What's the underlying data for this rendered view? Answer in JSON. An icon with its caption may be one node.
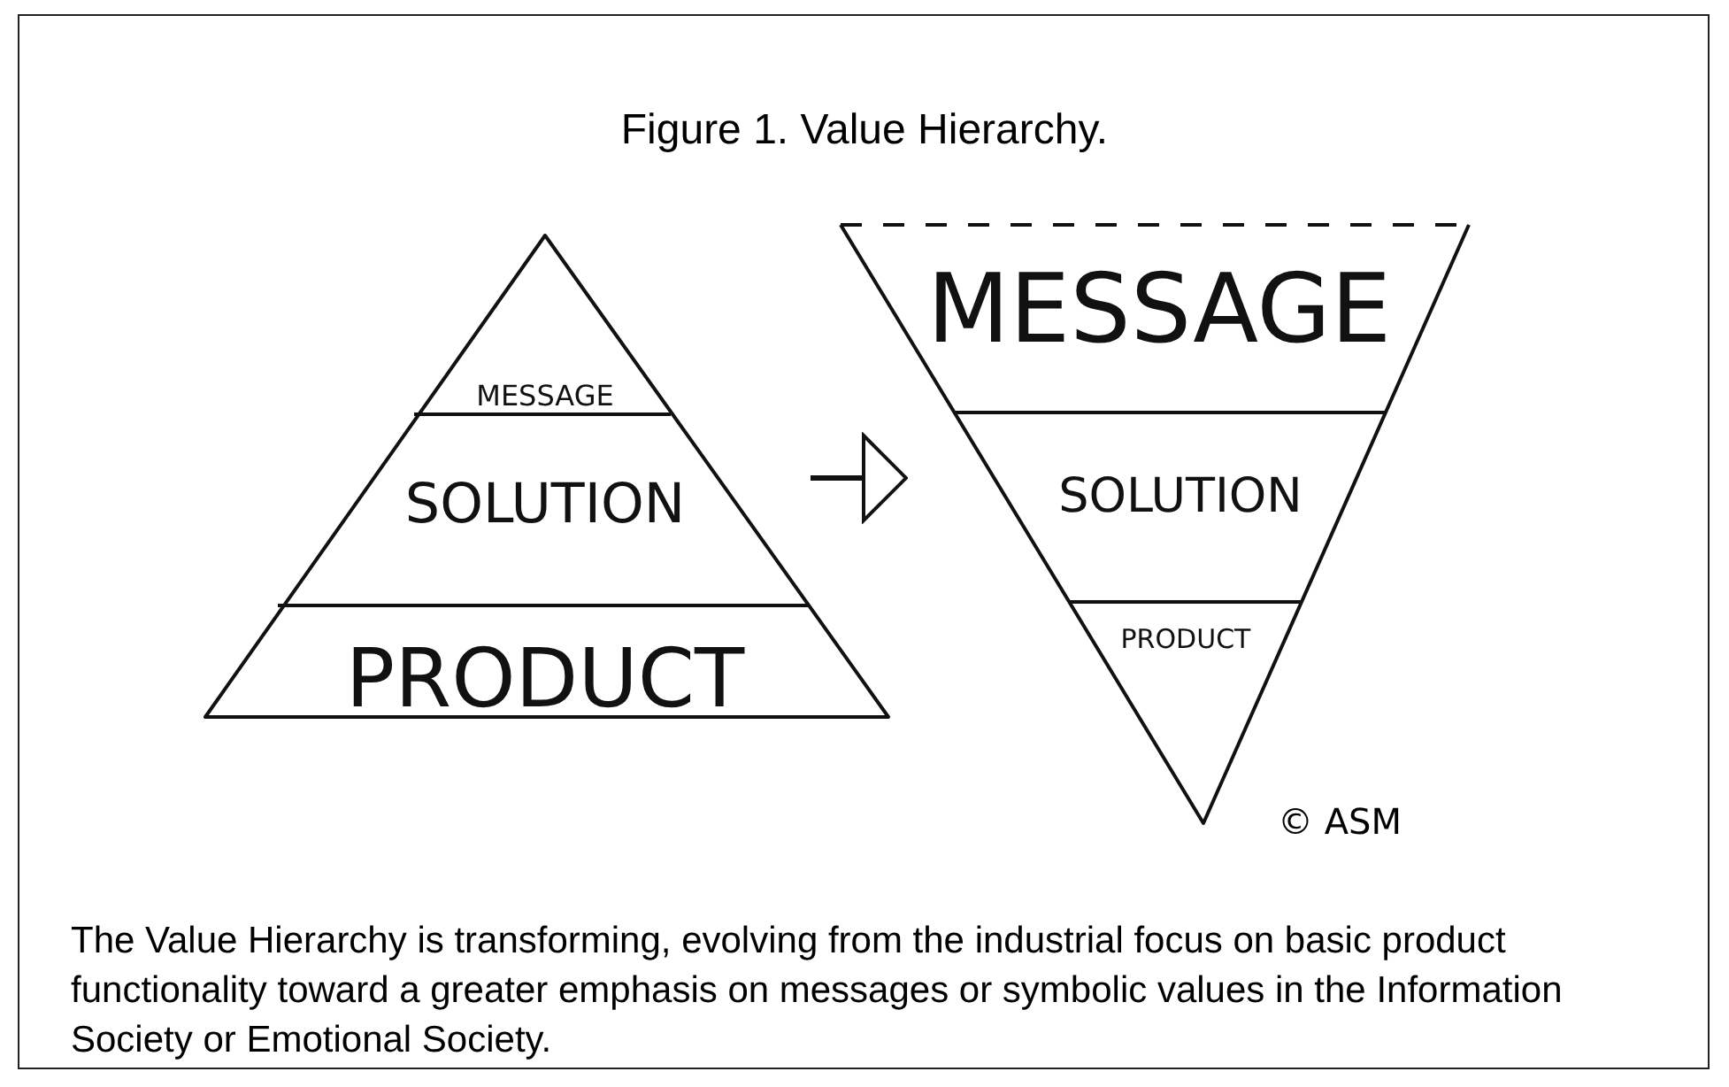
{
  "diagram": {
    "title": "Figure 1. Value Hierarchy.",
    "caption": "The Value Hierarchy is transforming, evolving from the industrial focus on basic product functionality toward a greater emphasis on messages or symbolic values in the Information Society or Emotional Society.",
    "nodes": [
      {
        "text": [],
        "shape": "triangle"
      },
      {
        "text": [
          "MESSAGE"
        ],
        "in": 0
      },
      {
        "text": [
          "SOLUTION"
        ],
        "in": 0
      },
      {
        "text": [
          "PRODUCT"
        ],
        "in": 0
      },
      {
        "text": [],
        "shape": "triangle"
      },
      {
        "text": [
          "MESSAGE"
        ],
        "in": 4
      },
      {
        "text": [
          "SOLUTION"
        ],
        "in": 4
      },
      {
        "text": [
          "PRODUCT"
        ],
        "in": 4
      }
    ],
    "edges": [
      {
        "from": 0,
        "to": 4,
        "arrow": "to"
      }
    ],
    "labels": [
      "© ASM"
    ]
  }
}
